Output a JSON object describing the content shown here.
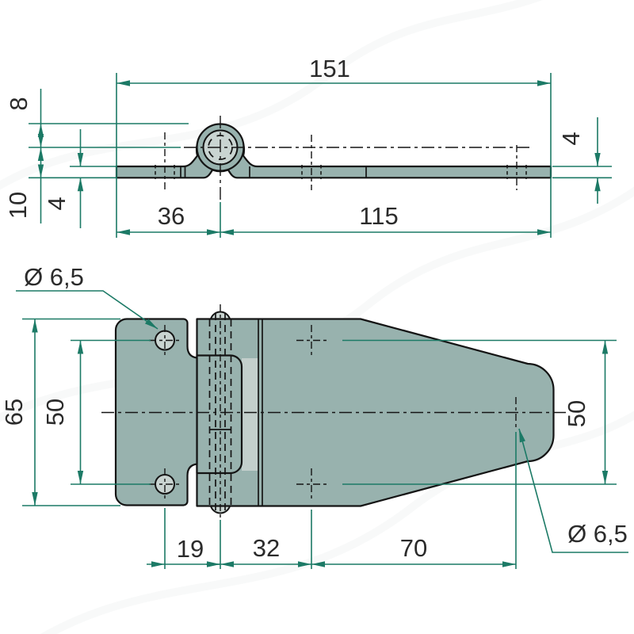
{
  "side_view": {
    "total_length": "151",
    "knuckle_height": "8",
    "pin_center_height": "10",
    "leaf_thickness_left": "4",
    "left_leaf_length": "36",
    "right_leaf_length": "115",
    "leaf_thickness_right": "4"
  },
  "plan_view": {
    "hole_diameter_top": "Ø 6,5",
    "overall_width": "65",
    "hole_spacing_left": "50",
    "right_end_width": "50",
    "hole_diameter_bottom": "Ø 6,5",
    "pin_to_holes": "19",
    "pin_to_marks": "32",
    "marks_span": "70"
  },
  "colors": {
    "part_fill": "#98b2ae",
    "part_fill_light": "#c9d4d1",
    "outline": "#141414",
    "dimension_lines": "#1c7a66",
    "dimension_text": "#2b2b2b",
    "background": "#ffffff"
  }
}
